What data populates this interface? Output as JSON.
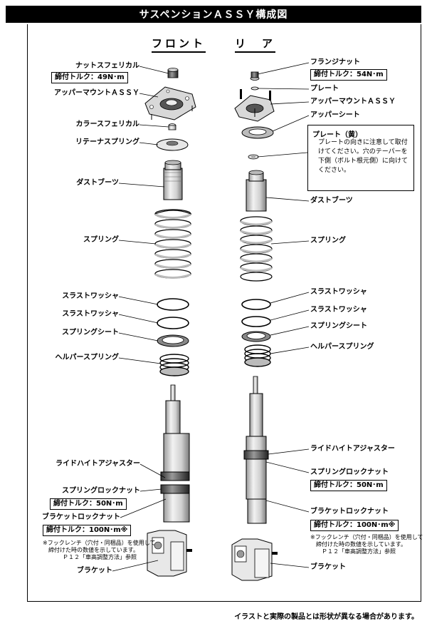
{
  "title": "サスペンションＡＳＳＹ構成図",
  "front": {
    "heading": "フロント",
    "labels": {
      "nut": "ナットスフェリカル",
      "nut_torque": "締付トルク：49N･m",
      "upper_mount": "アッパーマウントＡＳＳＹ",
      "collar": "カラースフェリカル",
      "retainer": "リテーナスプリング",
      "dust_boot": "ダストブーツ",
      "spring": "スプリング",
      "thrust1": "スラストワッシャ",
      "thrust2": "スラストワッシャ",
      "spring_seat": "スプリングシート",
      "helper": "ヘルパースプリング",
      "ride_height": "ライドハイトアジャスター",
      "lock_nut": "スプリングロックナット",
      "lock_torque": "締付トルク：50N･m",
      "bracket_nut": "ブラケットロックナット",
      "bracket_torque": "締付トルク：100N･m※",
      "note1": "※フックレンチ（穴付・同梱品）を使用して",
      "note2": "締付けた時の数値を示しています。",
      "note3": "Ｐ１２「車高調整方法」参照",
      "bracket": "ブラケット"
    }
  },
  "rear": {
    "heading": "リ　ア",
    "labels": {
      "flange_nut": "フランジナット",
      "flange_torque": "締付トルク：54N･m",
      "plate": "プレート",
      "upper_mount": "アッパーマウントＡＳＳＹ",
      "upper_seat": "アッパーシート",
      "dust_boot": "ダストブーツ",
      "spring": "スプリング",
      "thrust1": "スラストワッシャ",
      "thrust2": "スラストワッシャ",
      "spring_seat": "スプリングシート",
      "helper": "ヘルパースプリング",
      "ride_height": "ライドハイトアジャスター",
      "lock_nut": "スプリングロックナット",
      "lock_torque": "締付トルク：50N･m",
      "bracket_nut": "ブラケットロックナット",
      "bracket_torque": "締付トルク：100N･m※",
      "note1": "※フックレンチ（穴付・同梱品）を使用して",
      "note2": "締付けた時の数値を示しています。",
      "note3": "Ｐ１２「車高調整方法」参照",
      "bracket": "ブラケット"
    }
  },
  "callout": {
    "title": "プレート（黄）",
    "body": "プレートの向きに注意して取付けてください。穴のテーパーを下側（ボルト根元側）に向けてください。"
  },
  "footer": "イラストと実際の製品とは形状が異なる場合があります。"
}
